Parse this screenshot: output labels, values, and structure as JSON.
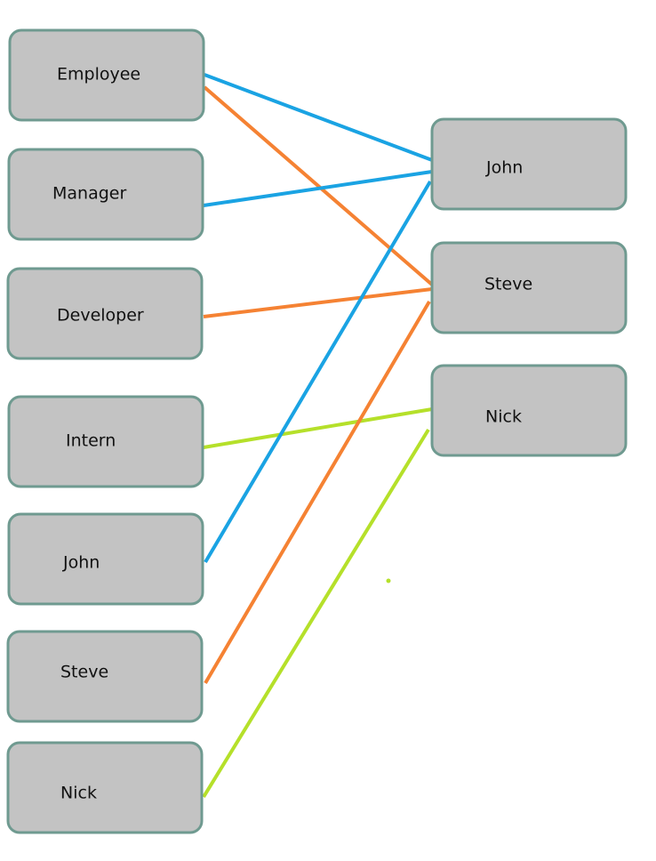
{
  "colors": {
    "box_fill": "#c3c3c3",
    "box_border": "#6f9a90",
    "blue": "#1aa3e3",
    "orange": "#f58233",
    "green": "#b5e02a"
  },
  "left_nodes": [
    {
      "id": "employee",
      "label": "Employee"
    },
    {
      "id": "manager",
      "label": "Manager"
    },
    {
      "id": "developer",
      "label": "Developer"
    },
    {
      "id": "intern",
      "label": "Intern"
    },
    {
      "id": "john",
      "label": "John"
    },
    {
      "id": "steve",
      "label": "Steve"
    },
    {
      "id": "nick",
      "label": "Nick"
    }
  ],
  "right_nodes": [
    {
      "id": "john",
      "label": "John"
    },
    {
      "id": "steve",
      "label": "Steve"
    },
    {
      "id": "nick",
      "label": "Nick"
    }
  ],
  "connections": [
    {
      "from": "employee",
      "to": "john",
      "color": "blue"
    },
    {
      "from": "employee",
      "to": "steve",
      "color": "orange"
    },
    {
      "from": "manager",
      "to": "john",
      "color": "blue"
    },
    {
      "from": "developer",
      "to": "steve",
      "color": "orange"
    },
    {
      "from": "intern",
      "to": "nick",
      "color": "green"
    },
    {
      "from": "john",
      "to": "john",
      "color": "blue"
    },
    {
      "from": "steve",
      "to": "steve",
      "color": "orange"
    },
    {
      "from": "nick",
      "to": "nick",
      "color": "green"
    }
  ]
}
